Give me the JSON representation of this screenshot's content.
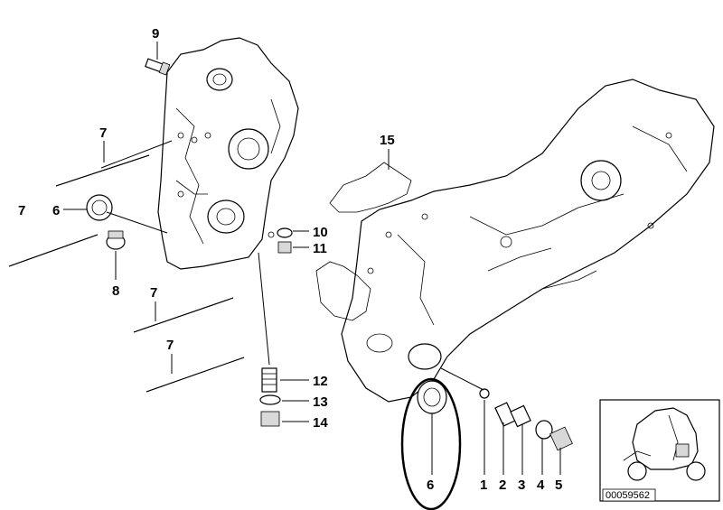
{
  "callouts": {
    "c1": "1",
    "c2": "2",
    "c3": "3",
    "c4": "4",
    "c5": "5",
    "c6_upper": "6",
    "c6_lower": "6",
    "c7_top": "7",
    "c7_left": "7",
    "c7_mid": "7",
    "c7_low": "7",
    "c8": "8",
    "c9": "9",
    "c10": "10",
    "c11": "11",
    "c12": "12",
    "c13": "13",
    "c14": "14",
    "c15": "15"
  },
  "reference_number": "00059562",
  "highlight_color": "#000000"
}
